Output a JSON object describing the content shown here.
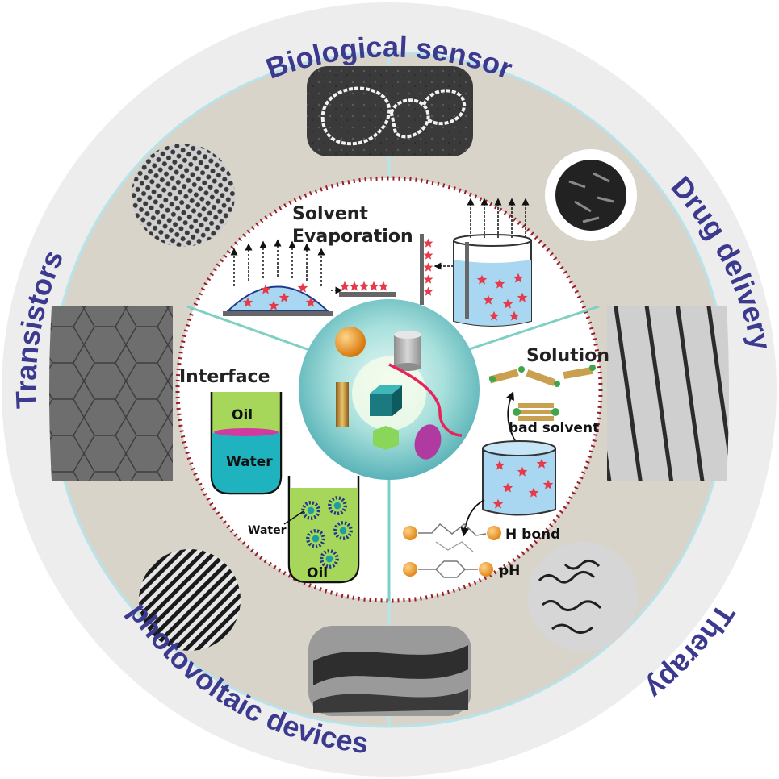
{
  "outer_labels": {
    "biological_sensor": "Biological sensor",
    "drug_delivery": "Drug delivery",
    "therapy": "Therapy",
    "photovoltaic_devices": "photovoltaic devices",
    "transistors": "Transistors"
  },
  "methods": {
    "solvent_line1": "Solvent",
    "solvent_line2": "Evaporation",
    "interface": "Interface",
    "oil_top": "Oil",
    "water_bottom": "Water",
    "water_side": "Water",
    "oil_bottom": "Oil",
    "solution": "Solution",
    "bad_solvent": "bad solvent",
    "h_bond": "H bond",
    "ph": "pH"
  },
  "colors": {
    "ring_outer": "#ededed",
    "panel": "#d9d4ca",
    "divider": "#b7e3ea",
    "dotted_ring": "#9a1c2a",
    "label": "#3b3a8f",
    "star": "#e63a4b",
    "water": "#a9d6f0",
    "oil": "#a6d65a"
  }
}
